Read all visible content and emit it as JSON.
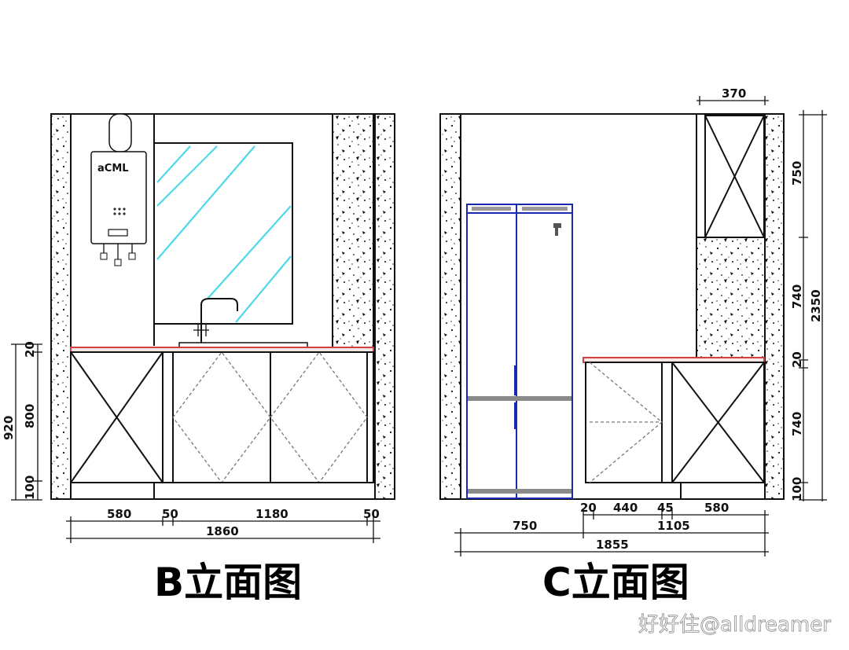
{
  "elevation_b": {
    "title": "B立面图",
    "heater_logo": "aCML",
    "dims_horizontal": [
      "580",
      "50",
      "1180",
      "50"
    ],
    "dim_total": "1860",
    "dims_vertical": [
      "920",
      "800",
      "20",
      "100"
    ]
  },
  "elevation_c": {
    "title": "C立面图",
    "dim_top": "370",
    "dims_right": [
      "750",
      "740",
      "20",
      "740",
      "100"
    ],
    "dim_overall_height": "2350",
    "dims_lower_row": [
      "20",
      "440",
      "45",
      "580"
    ],
    "dims_middle_row": [
      "750",
      "1105"
    ],
    "dim_total": "1855"
  },
  "watermark": "好好住@alldreamer",
  "colors": {
    "countertop": "#d04040",
    "fridge": "#1a2ab0",
    "mirror_glass": "#4fd8e8"
  }
}
